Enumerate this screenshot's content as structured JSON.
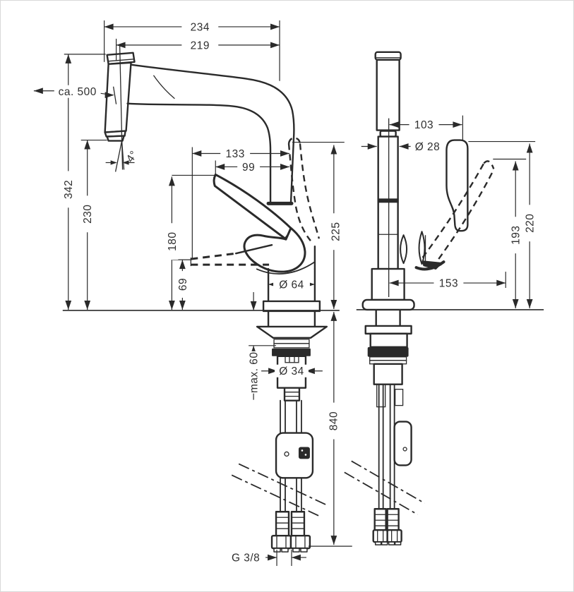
{
  "drawing": {
    "kind": "technical-dimension-drawing",
    "subject": "kitchen mixer tap with pull-out spout, side view and front view",
    "line_color": "#2a2a2a",
    "background_color": "#ffffff",
    "unit": "mm"
  },
  "dims": {
    "width_overall": "234",
    "spout_reach": "219",
    "pullout_hose": "ca. 500",
    "height_overall": "342",
    "height_outlet": "230",
    "spray_angle": "4°",
    "handle_reach_open": "133",
    "handle_reach": "99",
    "height_handle_rear": "180",
    "height_lever": "69",
    "height_handle_top": "225",
    "base_dia": "Ø 64",
    "counter_max": "max. 60",
    "shank_dia": "Ø 34",
    "hose_length": "840",
    "thread": "G 3/8",
    "handle_offset_front": "103",
    "body_dia": "Ø 28",
    "handle_height_front": "193",
    "handle_height_front_max": "220",
    "handle_reach_front": "153"
  }
}
